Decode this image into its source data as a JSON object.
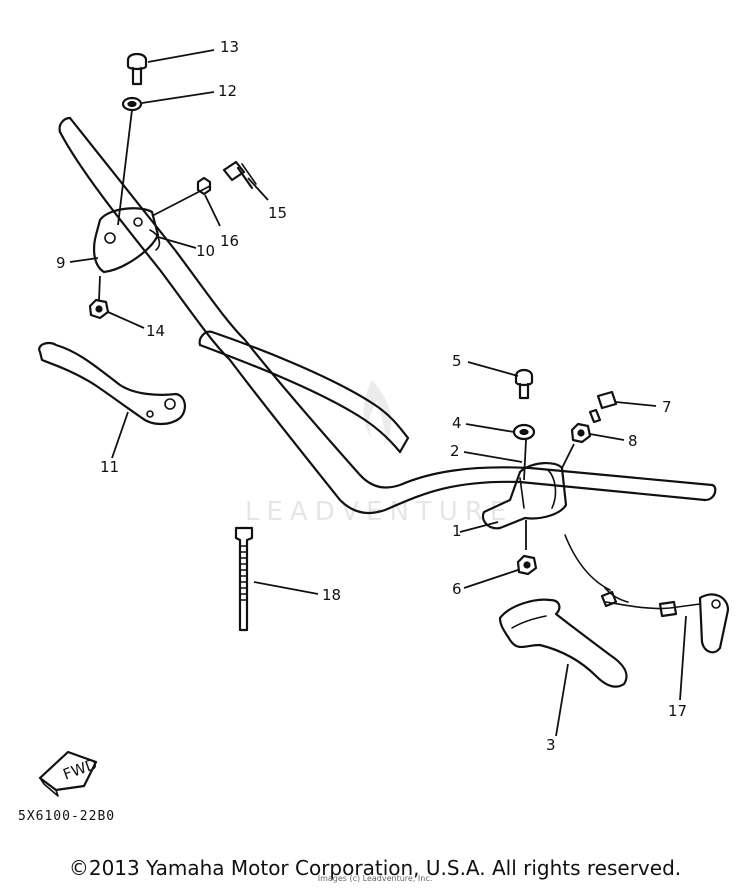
{
  "watermark": "LEADVENTURE",
  "callouts": [
    {
      "id": "1",
      "label": "1"
    },
    {
      "id": "2",
      "label": "2"
    },
    {
      "id": "3",
      "label": "3"
    },
    {
      "id": "4",
      "label": "4"
    },
    {
      "id": "5",
      "label": "5"
    },
    {
      "id": "6",
      "label": "6"
    },
    {
      "id": "7",
      "label": "7"
    },
    {
      "id": "8",
      "label": "8"
    },
    {
      "id": "9",
      "label": "9"
    },
    {
      "id": "10",
      "label": "10"
    },
    {
      "id": "11",
      "label": "11"
    },
    {
      "id": "12",
      "label": "12"
    },
    {
      "id": "13",
      "label": "13"
    },
    {
      "id": "14",
      "label": "14"
    },
    {
      "id": "15",
      "label": "15"
    },
    {
      "id": "16",
      "label": "16"
    },
    {
      "id": "17",
      "label": "17"
    },
    {
      "id": "18",
      "label": "18"
    }
  ],
  "fwd_label": "FWD",
  "diagram_code": "5X6100-22B0",
  "copyright": "©2013 Yamaha Motor Corporation, U.S.A. All rights reserved.",
  "copyright_small": "Images (c) Leadventure, Inc."
}
